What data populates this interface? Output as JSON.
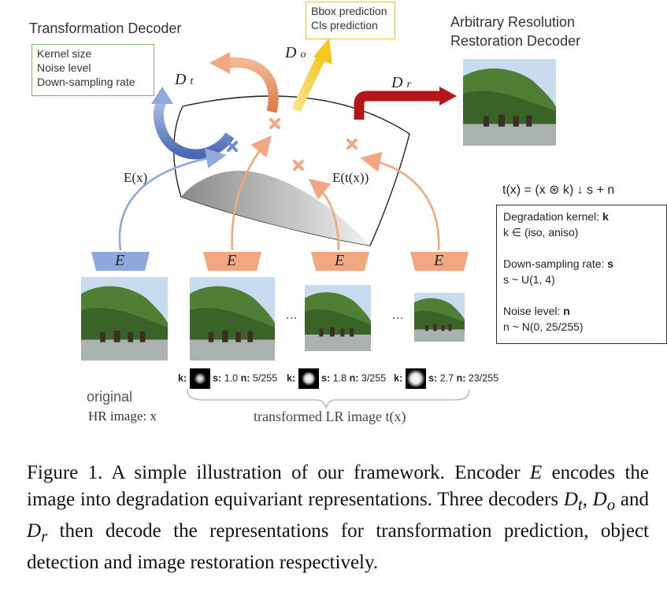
{
  "figure": {
    "transformation_decoder": {
      "title": "Transformation Decoder",
      "items": [
        "Kernel size",
        "Noise level",
        "Down-sampling rate"
      ]
    },
    "object_decoder": {
      "items": [
        "Bbox prediction",
        "Cls prediction"
      ]
    },
    "restoration_decoder": {
      "title_line1": "Arbitrary Resolution",
      "title_line2": "Restoration Decoder"
    },
    "decoder_labels": {
      "dt": "D",
      "dt_sub": "t",
      "do": "D",
      "do_sub": "o",
      "dr": "D",
      "dr_sub": "r"
    },
    "representation_labels": {
      "ex": "E(x)",
      "etx": "E(t(x))"
    },
    "encoder_label": "E",
    "ellipsis": "…",
    "formula": "t(x) = (x ⊛ k) ↓ s + n",
    "legend": {
      "kernel_label": "Degradation kernel: ",
      "kernel_sym": "k",
      "kernel_dist": "k ∈ (iso, aniso)",
      "rate_label": "Down-sampling rate: ",
      "rate_sym": "s",
      "rate_dist": "s ~ U(1, 4)",
      "noise_label": "Noise level: ",
      "noise_sym": "n",
      "noise_dist": "n ~ N(0, 25/255)"
    },
    "params": [
      {
        "k": "k:",
        "s_label": "s:",
        "s": "1.0",
        "n_label": "n:",
        "n": "5/255"
      },
      {
        "k": "k:",
        "s_label": "s:",
        "s": "1.8",
        "n_label": "n:",
        "n": "3/255"
      },
      {
        "k": "k:",
        "s_label": "s:",
        "s": "2.7",
        "n_label": "n:",
        "n": "23/255"
      }
    ],
    "original_label_1": "original",
    "original_label_2": "HR image: x",
    "transformed_label": "transformed LR image t(x)",
    "colors": {
      "blue": "#8fa9dc",
      "orange": "#f1a77f",
      "yellow": "#f7d04b",
      "red": "#b4161b",
      "green_border": "#7fb26a"
    }
  },
  "caption": {
    "p1": "Figure 1. A simple illustration of our framework. Encoder ",
    "e": "E",
    "p2": " encodes the image into degradation equivariant representations. Three decoders ",
    "dt": "D",
    "dt_sub": "t",
    "sep1": ", ",
    "do": "D",
    "do_sub": "o",
    "p3": " and ",
    "dr": "D",
    "dr_sub": "r",
    "p4": " then decode the representations for transformation prediction, object detection and image restoration respectively."
  }
}
